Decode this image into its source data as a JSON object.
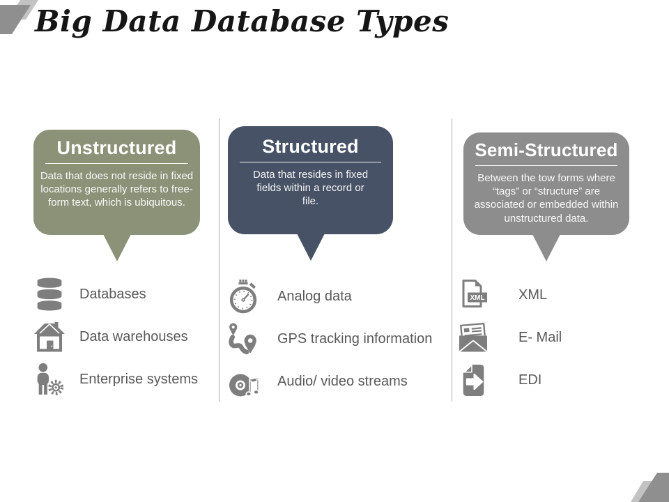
{
  "title": "Big Data Database Types",
  "colors": {
    "unstructured_bubble": "#8B9278",
    "structured_bubble": "#475266",
    "semi_structured_bubble": "#8D8D8D",
    "icon_gray": "#7E7E7E",
    "label_text": "#595959",
    "divider": "#ABABAB",
    "corner_dark": "#8F8F8F",
    "corner_light": "#C2C2C2"
  },
  "columns": [
    {
      "id": "unstructured",
      "bubble": {
        "title": "Unstructured",
        "description": "Data that does not reside in fixed locations generally refers to free-form text, which is ubiquitous."
      },
      "items": [
        {
          "icon": "database-icon",
          "label": "Databases"
        },
        {
          "icon": "warehouse-icon",
          "label": "Data warehouses"
        },
        {
          "icon": "enterprise-systems-icon",
          "label": "Enterprise systems"
        }
      ]
    },
    {
      "id": "structured",
      "bubble": {
        "title": "Structured",
        "description": "Data that resides in fixed fields within a record or file."
      },
      "items": [
        {
          "icon": "stopwatch-icon",
          "label": "Analog data"
        },
        {
          "icon": "gps-route-icon",
          "label": "GPS tracking information"
        },
        {
          "icon": "music-disc-icon",
          "label": "Audio/ video streams"
        }
      ]
    },
    {
      "id": "semi-structured",
      "bubble": {
        "title": "Semi-Structured",
        "description": "Between the tow forms where “tags” or “structure” are associated or embedded within unstructured data."
      },
      "items": [
        {
          "icon": "xml-document-icon",
          "label": "XML",
          "icon_text": "XML"
        },
        {
          "icon": "email-icon",
          "label": "E- Mail"
        },
        {
          "icon": "edi-document-icon",
          "label": "EDI"
        }
      ]
    }
  ]
}
